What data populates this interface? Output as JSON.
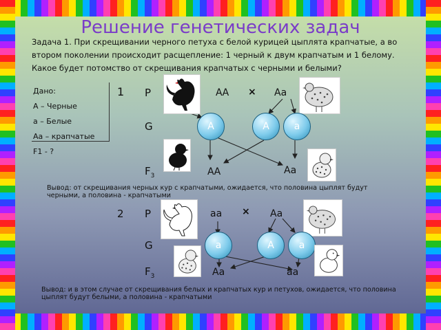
{
  "title": "Решение генетических задач",
  "task_text": "Задача 1.  При скрещивании черного петуха с белой курицей цыплята крапчатые, а во втором поколении происходит расщепление: 1 черный к двум крапчатым и 1 белому. Какое будет потомство от скрещивания крапчатых с черными и белыми?",
  "given": {
    "header": "Дано:",
    "lines": [
      "А – Черные",
      "а – Белые",
      "Аа – крапчатые",
      "F1 - ?"
    ]
  },
  "cross1": {
    "number": "1",
    "p_label": "P",
    "parent_left": "АА",
    "cross_sign": "×",
    "parent_right": "Аа",
    "g_label": "G",
    "gametes": [
      "А",
      "А",
      "а"
    ],
    "f_label": "F",
    "f_sub": "3",
    "offspring": [
      "АА",
      "Аа"
    ],
    "conclusion": "Вывод: от скрещивания черных кур с крапчатыми, ожидается, что половина цыплят будут черными, а половина - крапчатыми"
  },
  "cross2": {
    "number": "2",
    "p_label": "P",
    "parent_left": "аа",
    "cross_sign": "×",
    "parent_right": "Аа",
    "g_label": "G",
    "gametes": [
      "а",
      "А",
      "а"
    ],
    "f_label": "F",
    "f_sub": "3",
    "offspring": [
      "Аа",
      "аа"
    ],
    "conclusion": "Вывод: и в этом случае от скрещивания белых и крапчатых кур и петухов, ожидается, что половина цыплят будут белыми, а половина - крапчатыми"
  },
  "images": [
    "black-rooster",
    "speckled-hen",
    "black-chick",
    "speckled-chick",
    "white-rooster",
    "speckled-hen",
    "speckled-chick",
    "white-chick"
  ]
}
